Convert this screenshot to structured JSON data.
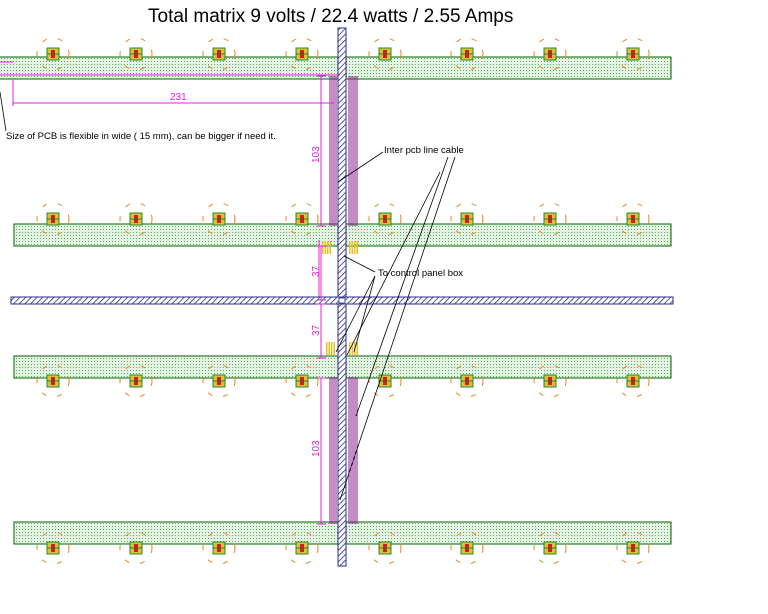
{
  "title": "Total matrix 9 volts / 22.4 watts / 2.55 Amps",
  "notes": {
    "pcb_size": "Size of PCB is flexible in wide ( 15 mm), can be bigger if need it.",
    "inter_cable": "Inter pcb line cable",
    "control_box": "To control panel box"
  },
  "dimensions": {
    "width": "231",
    "top_gap": "103",
    "upper_mid_gap": "37",
    "lower_mid_gap": "37",
    "bottom_gap": "103"
  },
  "colors": {
    "pcb_fill": "#dff0df",
    "pcb_outline": "#006600",
    "bar": "#2c2c8c",
    "dimension": "#e020e0",
    "led_ring": "#f08020",
    "cable": "#e020e0"
  }
}
